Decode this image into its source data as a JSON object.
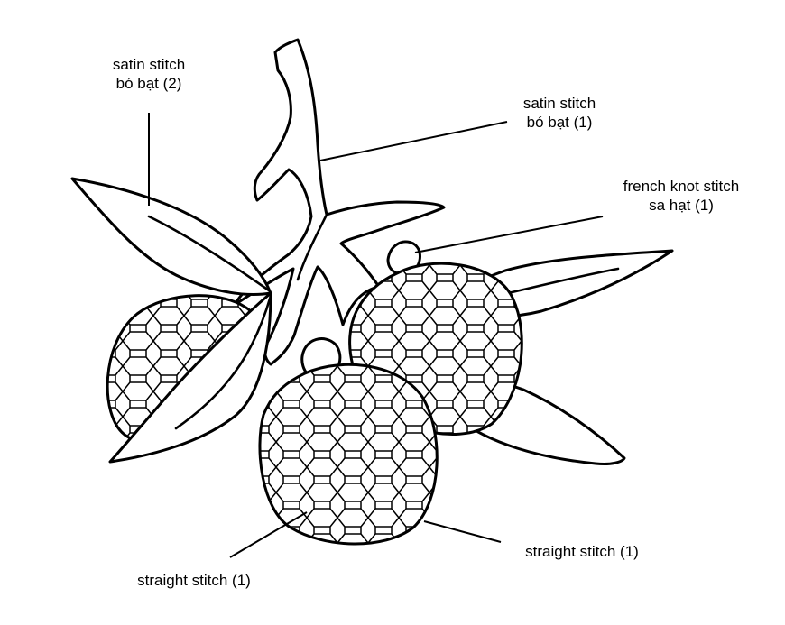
{
  "labels": {
    "satin_2": {
      "line1": "satin stitch",
      "line2": "bó bạt (2)"
    },
    "satin_1": {
      "line1": "satin stitch",
      "line2": "bó bạt (1)"
    },
    "french_knot": {
      "line1": "french knot stitch",
      "line2": "sa hạt (1)"
    },
    "straight_front": {
      "text": "straight stitch (1)"
    },
    "straight_back": {
      "text": "straight stitch (1)"
    }
  },
  "colors": {
    "line": "#000000",
    "background": "#ffffff"
  }
}
